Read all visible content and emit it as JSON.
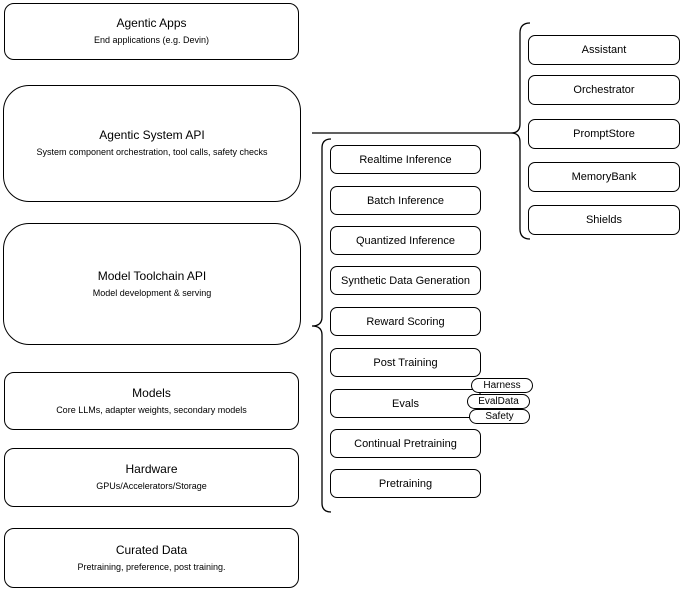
{
  "diagram": {
    "left_stack": [
      {
        "id": "agentic-apps",
        "title": "Agentic Apps",
        "subtitle": "End applications (e.g. Devin)"
      },
      {
        "id": "agentic-system-api",
        "title": "Agentic System API",
        "subtitle": "System component orchestration, tool calls, safety checks"
      },
      {
        "id": "model-toolchain-api",
        "title": "Model Toolchain API",
        "subtitle": "Model development & serving"
      },
      {
        "id": "models",
        "title": "Models",
        "subtitle": "Core LLMs, adapter weights, secondary models"
      },
      {
        "id": "hardware",
        "title": "Hardware",
        "subtitle": "GPUs/Accelerators/Storage"
      },
      {
        "id": "curated-data",
        "title": "Curated Data",
        "subtitle": "Pretraining, preference, post training."
      }
    ],
    "toolchain_components": [
      "Realtime Inference",
      "Batch Inference",
      "Quantized Inference",
      "Synthetic Data Generation",
      "Reward Scoring",
      "Post Training",
      "Evals",
      "Continual Pretraining",
      "Pretraining"
    ],
    "evals_tags": [
      "Harness",
      "EvalData",
      "Safety"
    ],
    "system_components": [
      "Assistant",
      "Orchestrator",
      "PromptStore",
      "MemoryBank",
      "Shields"
    ],
    "colors": {
      "stroke": "#000000",
      "fill": "#ffffff",
      "background": "#ffffff",
      "text": "#000000"
    }
  }
}
